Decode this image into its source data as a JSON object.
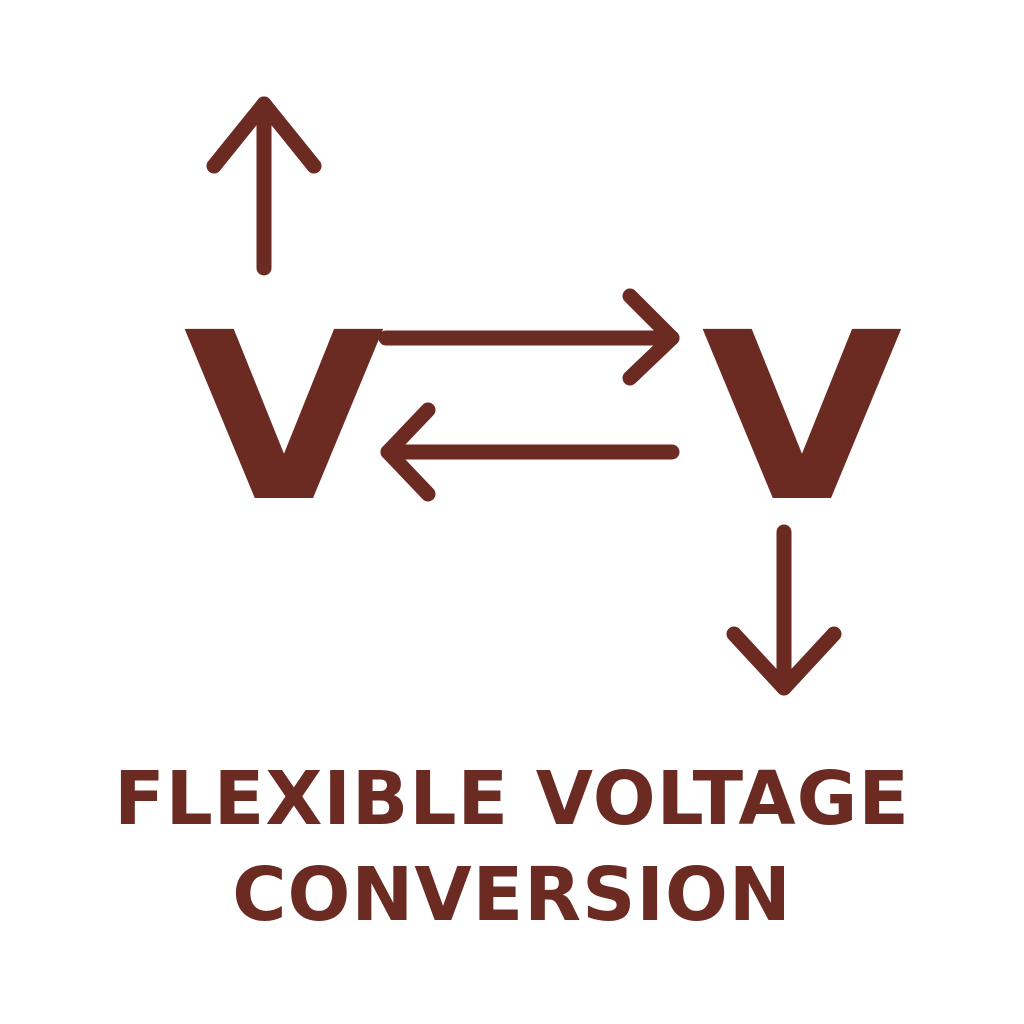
{
  "symbols": {
    "left_symbol": "V",
    "right_symbol": "V"
  },
  "caption": {
    "line1": "FLEXIBLE VOLTAGE",
    "line2": "CONVERSION"
  },
  "colors": {
    "ink": "#6b2a22",
    "background": "#ffffff"
  },
  "icons": {
    "up_arrow": "arrow-up-icon",
    "down_arrow": "arrow-down-icon",
    "right_arrow": "arrow-right-icon",
    "left_arrow": "arrow-left-icon"
  }
}
